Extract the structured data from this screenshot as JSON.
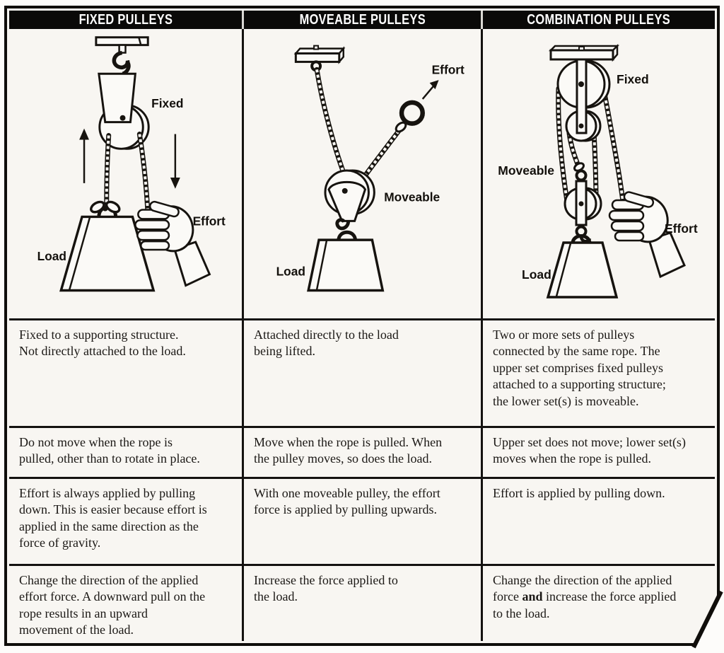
{
  "colors": {
    "header_bg": "#0a0908",
    "header_text": "#ffffff",
    "paper": "#f8f6f2",
    "line": "#141210"
  },
  "columns": [
    {
      "header": "FIXED PULLEYS",
      "labels": {
        "pulley": "Fixed",
        "effort": "Effort",
        "load": "Load"
      },
      "attachment": "Fixed to a supporting structure.\nNot directly attached to the load.",
      "movement": "Do not move when the rope is\npulled, other than to rotate in place.",
      "effort_direction": "Effort is always applied by pulling\ndown. This is easier because effort is\napplied in the same direction as the\nforce of gravity.",
      "purpose": "Change the direction of the applied\neffort force. A downward pull on the\nrope results in an upward\nmovement of the load."
    },
    {
      "header": "MOVEABLE PULLEYS",
      "labels": {
        "pulley": "Moveable",
        "effort": "Effort",
        "load": "Load"
      },
      "attachment": "Attached directly to the load\nbeing lifted.",
      "movement": "Move when the rope is pulled. When\nthe pulley moves, so does the load.",
      "effort_direction": "With one moveable pulley, the effort\nforce is applied by pulling upwards.",
      "purpose": "Increase the force applied to\nthe load."
    },
    {
      "header": "COMBINATION PULLEYS",
      "labels": {
        "fixed": "Fixed",
        "moveable": "Moveable",
        "effort": "Effort",
        "load": "Load"
      },
      "attachment": "Two or more sets of pulleys\nconnected by the same rope. The\nupper set comprises fixed pulleys\nattached to a supporting structure;\nthe lower set(s) is moveable.",
      "movement": "Upper set does not move; lower set(s)\nmoves when the rope is pulled.",
      "effort_direction": "Effort is applied by pulling down.",
      "purpose": {
        "pre": "Change the direction of the applied\nforce ",
        "bold": "and",
        "post": " increase the force applied\nto the load."
      }
    }
  ]
}
